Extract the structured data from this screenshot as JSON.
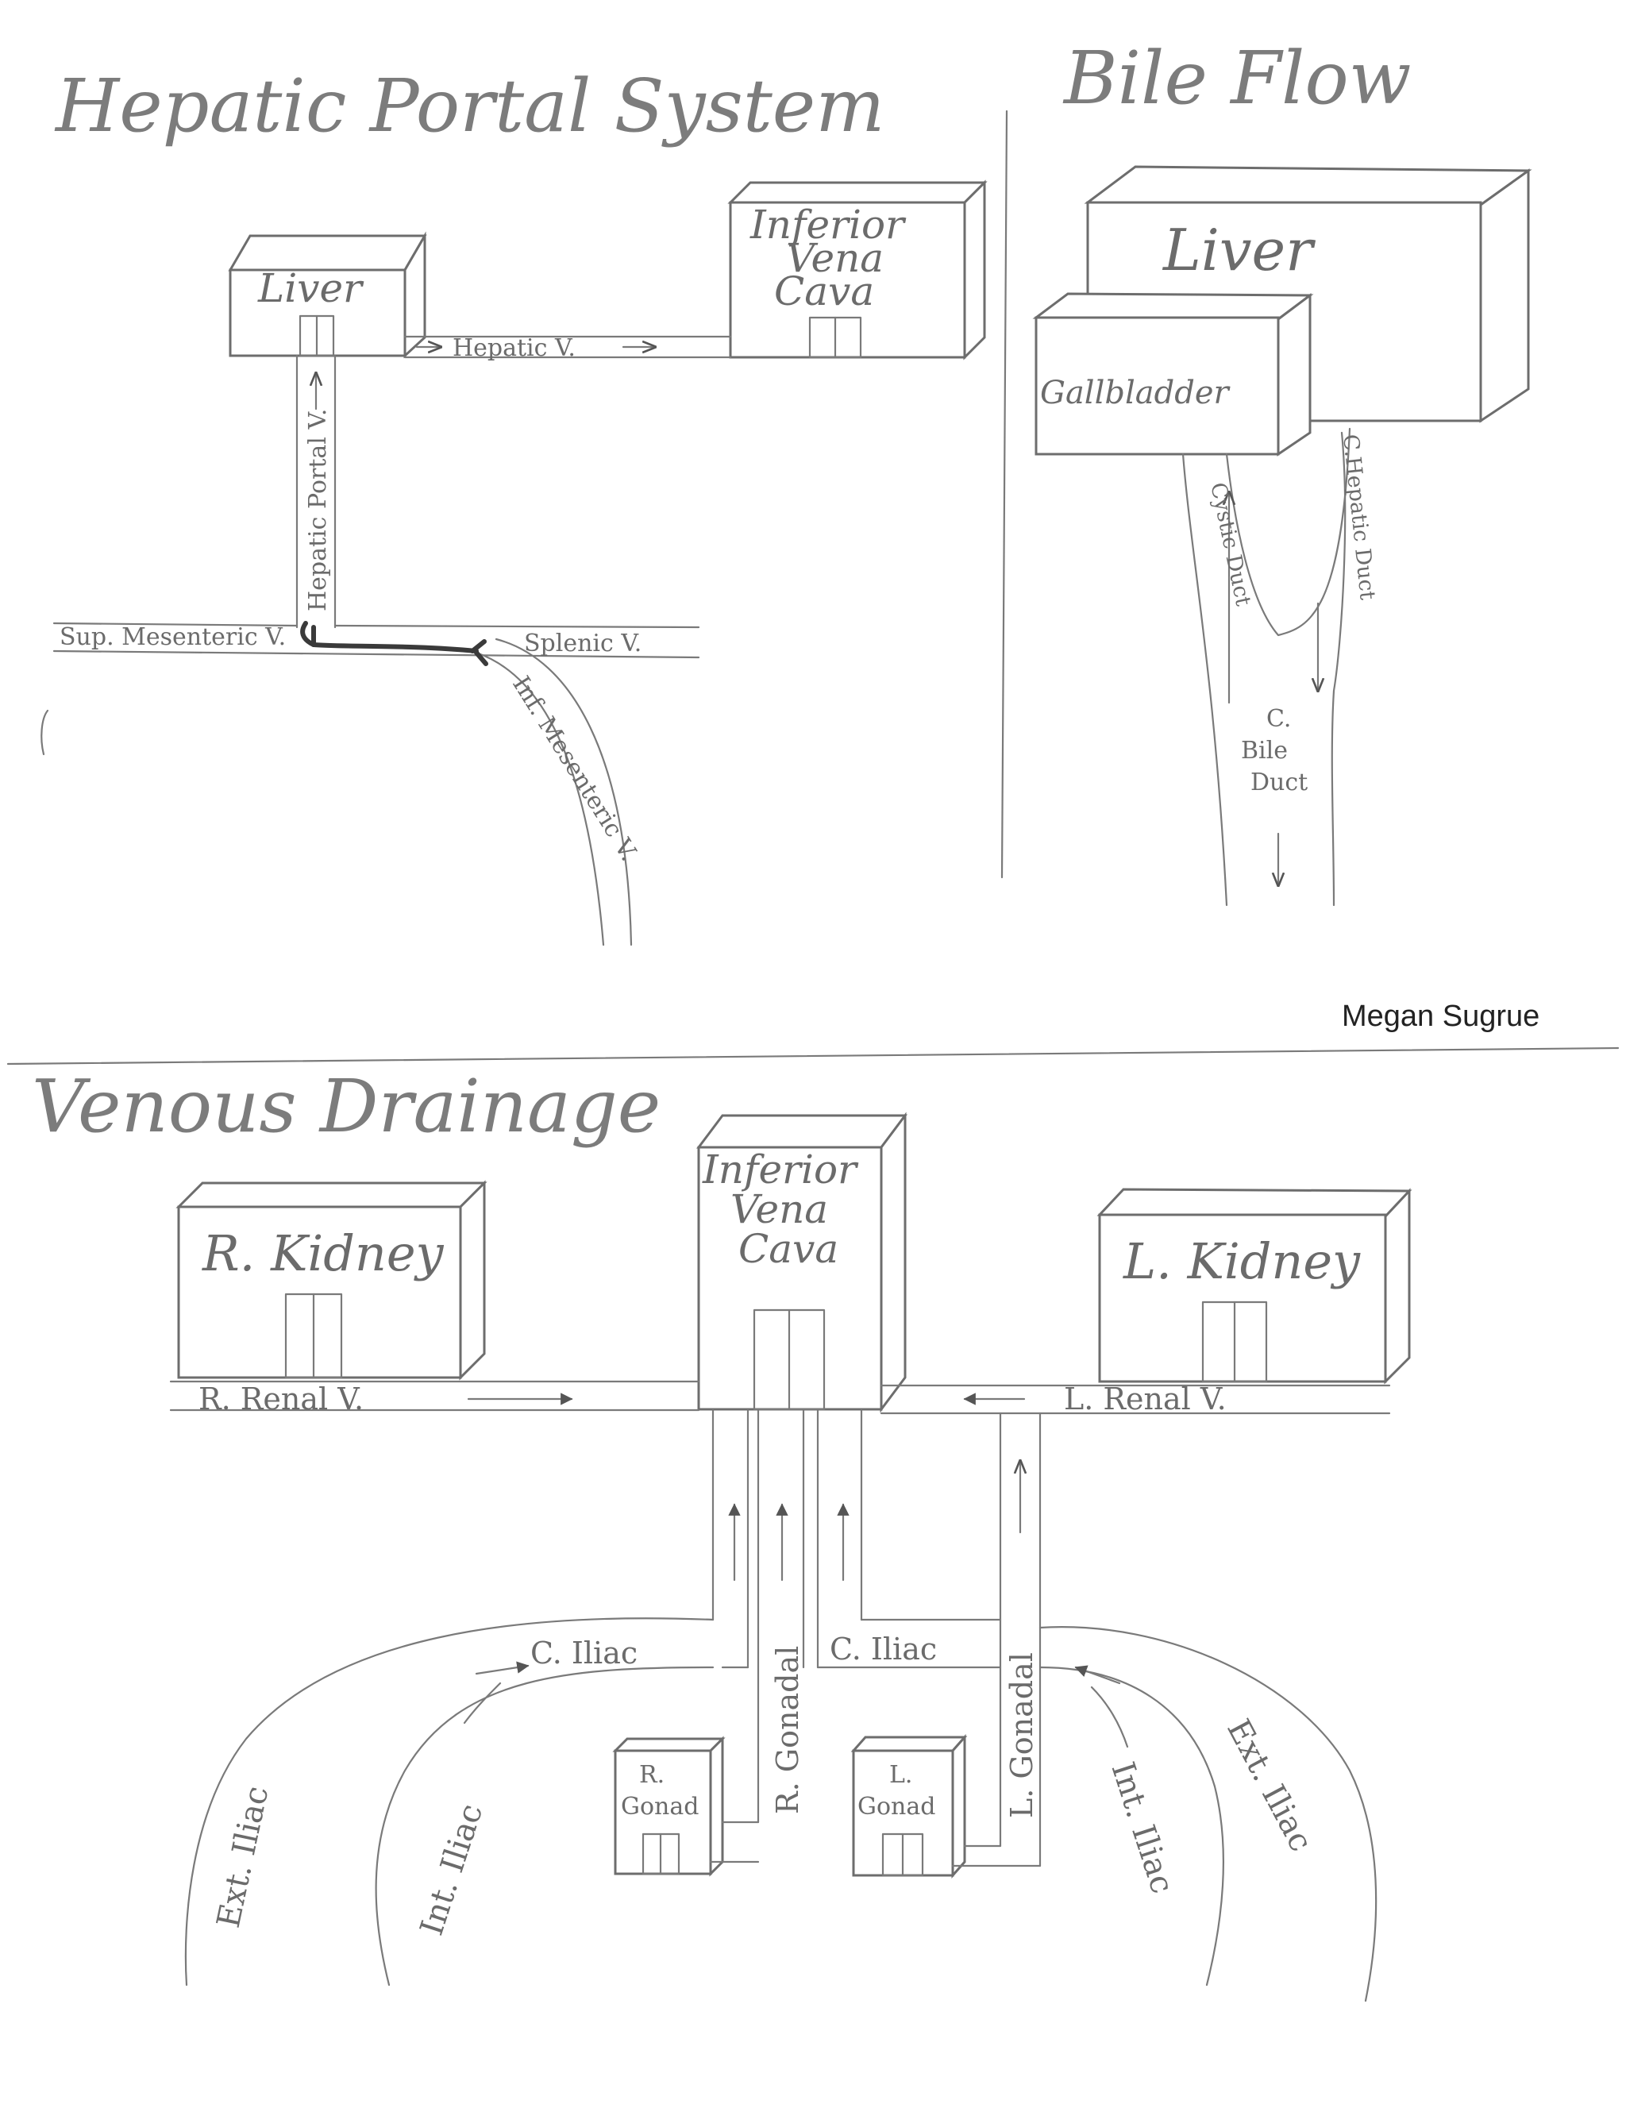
{
  "author": "Megan Sugrue",
  "hepatic_portal": {
    "title": "Hepatic Portal System",
    "liver": "Liver",
    "ivc_line1": "Inferior",
    "ivc_line2": "Vena",
    "ivc_line3": "Cava",
    "hepatic_v": "Hepatic V.",
    "hepatic_portal_v": "Hepatic Portal V.",
    "sup_mesenteric_v": "Sup. Mesenteric V.",
    "splenic_v": "Splenic V.",
    "inf_mesenteric_v": "Inf. Mesenteric V."
  },
  "bile_flow": {
    "title": "Bile Flow",
    "liver": "Liver",
    "gallbladder": "Gallbladder",
    "cystic_duct": "Cystic Duct",
    "c_hepatic_duct": "C.Hepatic Duct",
    "c_bile_duct_line1": "C.",
    "c_bile_duct_line2": "Bile",
    "c_bile_duct_line3": "Duct"
  },
  "venous_drainage": {
    "title": "Venous Drainage",
    "ivc_line1": "Inferior",
    "ivc_line2": "Vena",
    "ivc_line3": "Cava",
    "r_kidney": "R. Kidney",
    "l_kidney": "L. Kidney",
    "r_renal_v": "R. Renal V.",
    "l_renal_v": "L. Renal V.",
    "c_iliac_left": "C. Iliac",
    "c_iliac_right": "C. Iliac",
    "r_gonadal": "R. Gonadal",
    "l_gonadal": "L. Gonadal",
    "r_gonad_line1": "R.",
    "r_gonad_line2": "Gonad",
    "l_gonad_line1": "L.",
    "l_gonad_line2": "Gonad",
    "ext_iliac_left": "Ext. Iliac",
    "int_iliac_left": "Int. Iliac",
    "ext_iliac_right": "Ext. Iliac",
    "int_iliac_right": "Int. Iliac"
  }
}
